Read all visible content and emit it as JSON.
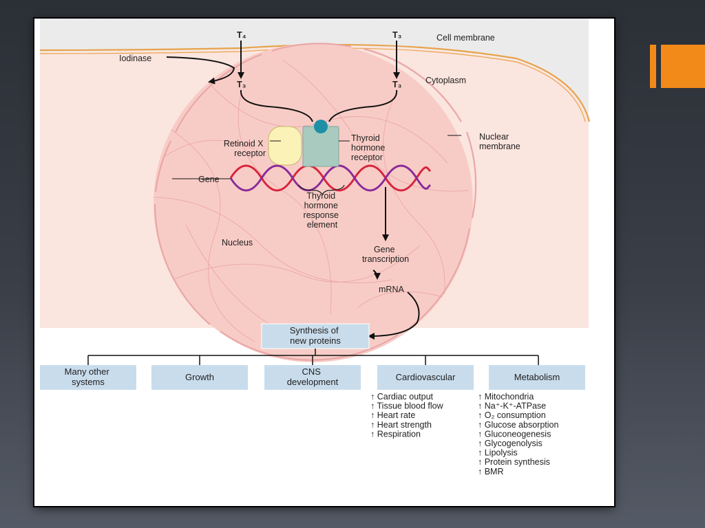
{
  "slide": {
    "accent_color": "#f28a1a",
    "background_color": "#2b2f36"
  },
  "diagram": {
    "hormones": {
      "t4_top": "T₄",
      "t3_top": "T₃",
      "t3_left": "T₃",
      "t3_right": "T₃"
    },
    "labels": {
      "cell_membrane": "Cell membrane",
      "iodinase": "Iodinase",
      "cytoplasm": "Cytoplasm",
      "retinoid_x_receptor": [
        "Retinoid X",
        "receptor"
      ],
      "thyroid_hormone_receptor": [
        "Thyroid",
        "hormone",
        "receptor"
      ],
      "nuclear_membrane": [
        "Nuclear",
        "membrane"
      ],
      "gene": "Gene",
      "response_element": [
        "Thyroid",
        "hormone",
        "response",
        "element"
      ],
      "nucleus": "Nucleus",
      "gene_transcription": [
        "Gene",
        "transcription"
      ],
      "mrna": "mRNA"
    },
    "synthesis_box": [
      "Synthesis of",
      "new proteins"
    ],
    "effect_boxes": [
      [
        "Many other",
        "systems"
      ],
      [
        "Growth"
      ],
      [
        "CNS",
        "development"
      ],
      [
        "Cardiovascular"
      ],
      [
        "Metabolism"
      ]
    ],
    "cardiovascular_effects": [
      "↑ Cardiac output",
      "↑ Tissue blood flow",
      "↑ Heart rate",
      "↑ Heart strength",
      "↑ Respiration"
    ],
    "metabolism_effects": [
      "↑ Mitochondria",
      "↑ Na⁺-K⁺-ATPase",
      "↑ O₂ consumption",
      "↑ Glucose absorption",
      "↑ Gluconeogenesis",
      "↑ Glycogenolysis",
      "↑ Lipolysis",
      "↑ Protein synthesis",
      "↑ BMR"
    ],
    "colors": {
      "cytoplasm_fill": "#fbe5df",
      "nucleus_fill": "#f8ccc6",
      "membrane": "#e8a24a",
      "box_fill": "#c9dcec",
      "dna_red": "#d8243c",
      "dna_purple": "#8a2a9a",
      "receptor_green": "#a9cbbf",
      "rxr_yellow": "#fbf2b8",
      "ligand_teal": "#1f8fa6"
    }
  }
}
